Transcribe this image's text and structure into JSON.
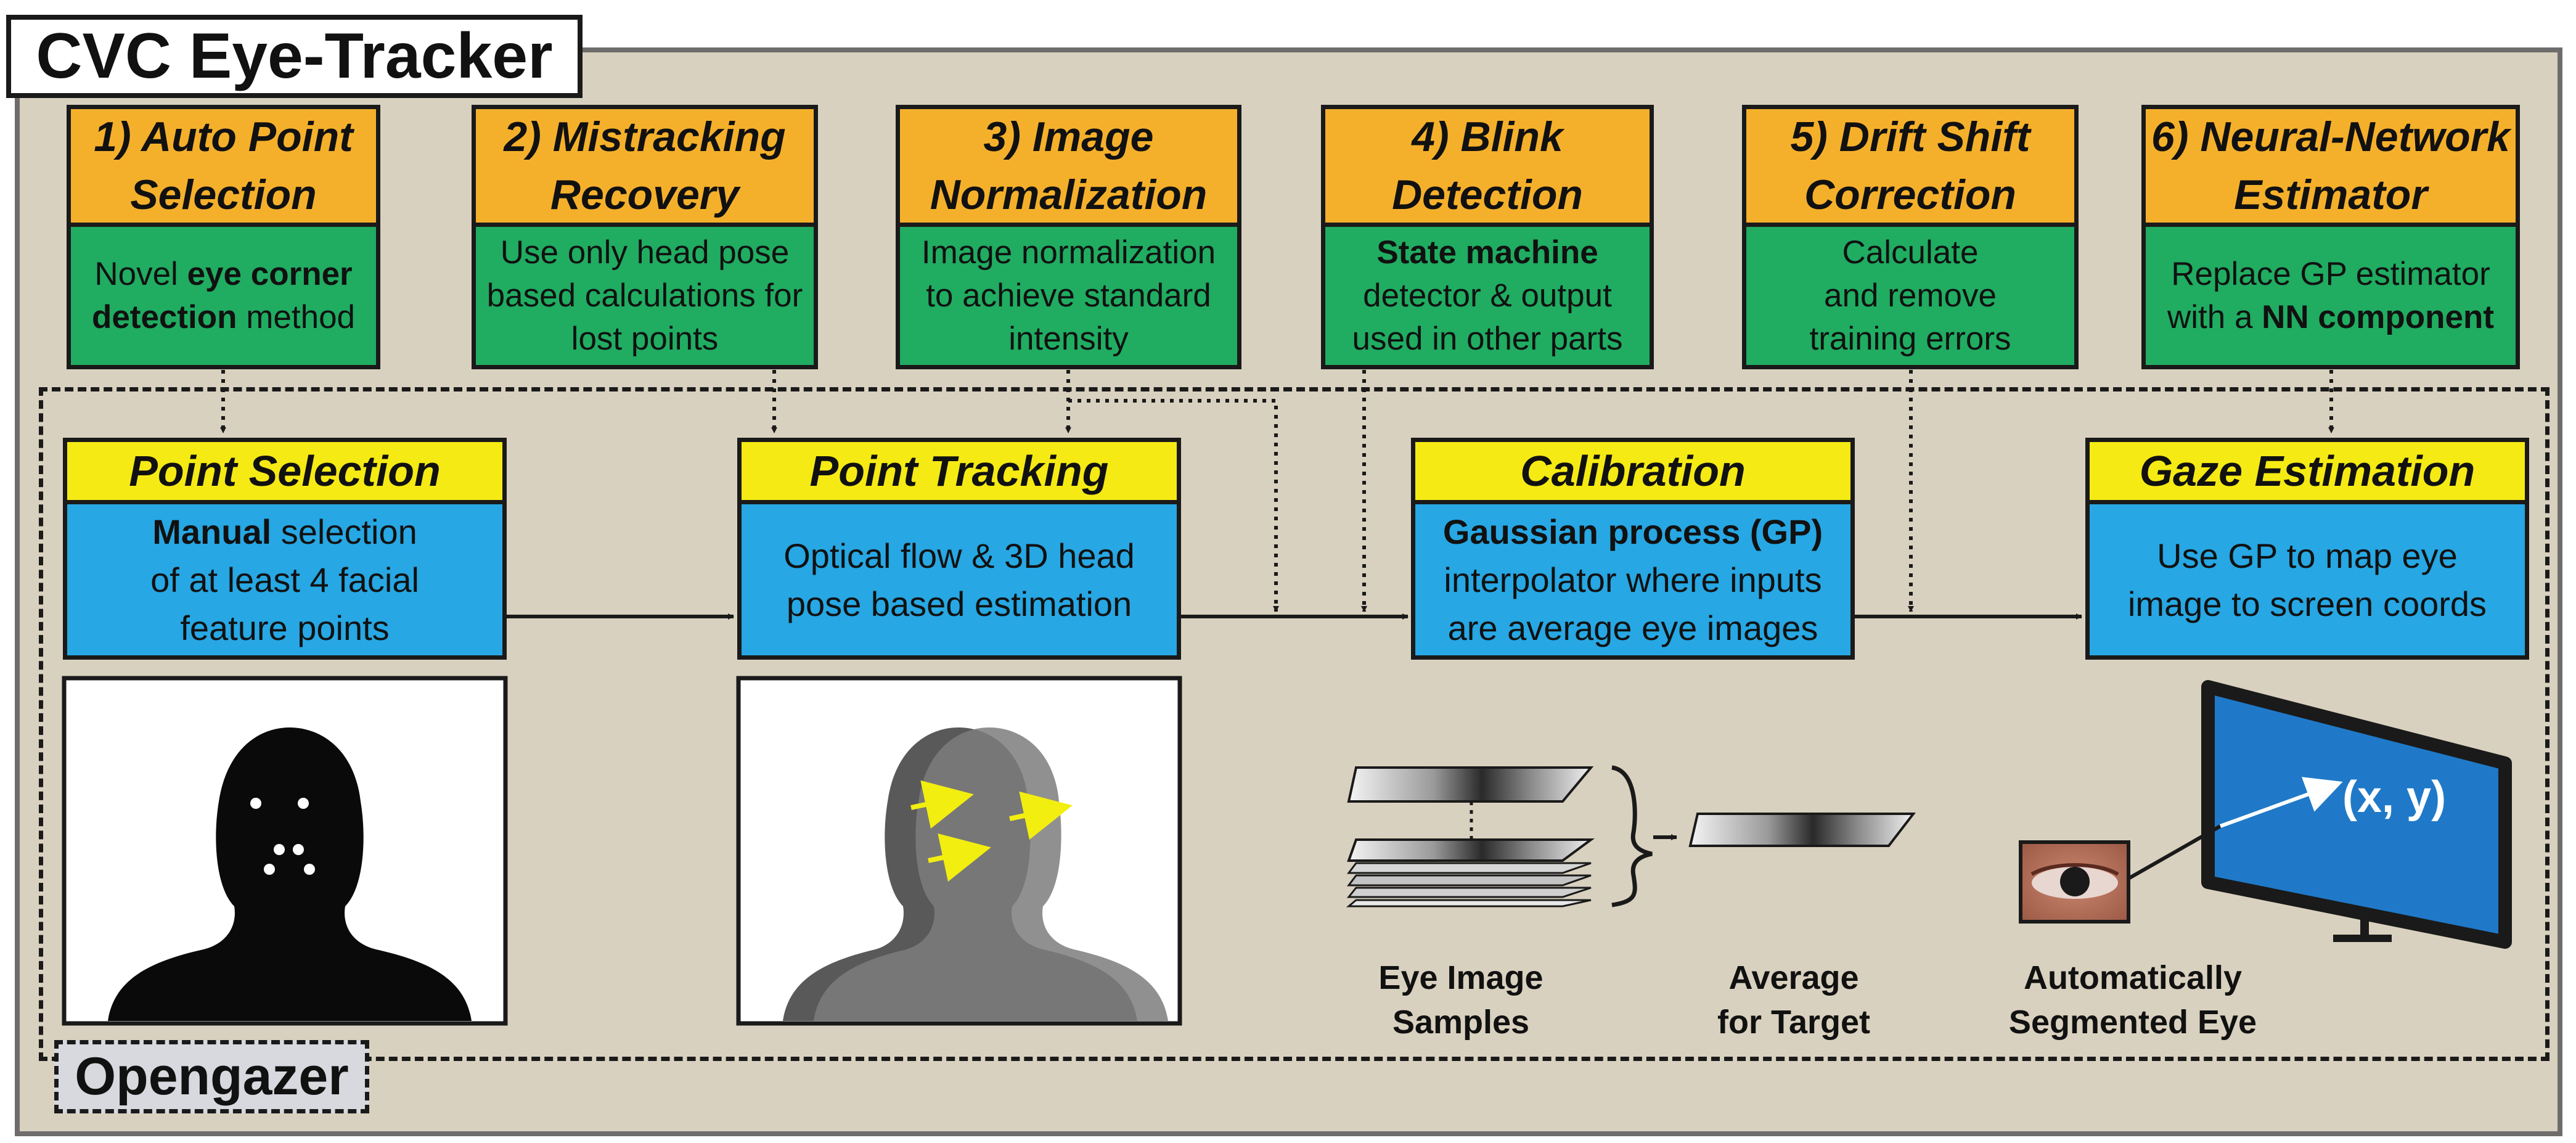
{
  "title": "CVC Eye-Tracker",
  "opengazer_label": "Opengazer",
  "colors": {
    "frame_bg": "#d9d1bf",
    "orange_box": "#f5b02b",
    "green_box": "#20ac61",
    "yellow_box": "#f5ea14",
    "blue_box": "#27a7e3",
    "arrow_yellow": "#f2ee10",
    "screen_blue": "#1f79c8"
  },
  "improvements": [
    {
      "title_line1": "1) Auto Point",
      "title_line2": "Selection",
      "desc": [
        {
          "t": "Novel ",
          "b": false
        },
        {
          "t": "eye corner",
          "b": true
        },
        {
          "br": true
        },
        {
          "t": "detection",
          "b": true
        },
        {
          "t": " method",
          "b": false
        }
      ]
    },
    {
      "title_line1": "2) Mistracking",
      "title_line2": "Recovery",
      "desc": [
        {
          "t": "Use only head pose",
          "b": false
        },
        {
          "br": true
        },
        {
          "t": "based calculations for",
          "b": false
        },
        {
          "br": true
        },
        {
          "t": "lost points",
          "b": false
        }
      ]
    },
    {
      "title_line1": "3) Image",
      "title_line2": "Normalization",
      "desc": [
        {
          "t": "Image normalization",
          "b": false
        },
        {
          "br": true
        },
        {
          "t": "to achieve standard",
          "b": false
        },
        {
          "br": true
        },
        {
          "t": "intensity",
          "b": false
        }
      ]
    },
    {
      "title_line1": "4) Blink",
      "title_line2": "Detection",
      "desc": [
        {
          "t": "State machine",
          "b": true
        },
        {
          "br": true
        },
        {
          "t": "detector & output",
          "b": false
        },
        {
          "br": true
        },
        {
          "t": "used in other parts",
          "b": false
        }
      ]
    },
    {
      "title_line1": "5) Drift Shift",
      "title_line2": "Correction",
      "desc": [
        {
          "t": "Calculate",
          "b": false
        },
        {
          "br": true
        },
        {
          "t": "and remove",
          "b": false
        },
        {
          "br": true
        },
        {
          "t": "training errors",
          "b": false
        }
      ]
    },
    {
      "title_line1": "6) Neural-Network",
      "title_line2": "Estimator",
      "desc": [
        {
          "t": "Replace GP estimator",
          "b": false
        },
        {
          "br": true
        },
        {
          "t": "with a ",
          "b": false
        },
        {
          "t": "NN component",
          "b": true
        }
      ]
    }
  ],
  "stages": [
    {
      "title": "Point Selection",
      "desc": [
        {
          "t": "Manual",
          "b": true
        },
        {
          "t": " selection",
          "b": false
        },
        {
          "br": true
        },
        {
          "t": "of at least 4 facial",
          "b": false
        },
        {
          "br": true
        },
        {
          "t": "feature points",
          "b": false
        }
      ]
    },
    {
      "title": "Point Tracking",
      "desc": [
        {
          "t": "Optical flow & 3D head",
          "b": false
        },
        {
          "br": true
        },
        {
          "t": "pose based estimation",
          "b": false
        }
      ]
    },
    {
      "title": "Calibration",
      "desc": [
        {
          "t": "Gaussian process (GP)",
          "b": true
        },
        {
          "br": true
        },
        {
          "t": "interpolator where inputs",
          "b": false
        },
        {
          "br": true
        },
        {
          "t": "are average eye images",
          "b": false
        }
      ]
    },
    {
      "title": "Gaze Estimation",
      "desc": [
        {
          "t": "Use GP to map eye",
          "b": false
        },
        {
          "br": true
        },
        {
          "t": "image to screen coords",
          "b": false
        }
      ]
    }
  ],
  "captions": {
    "eye_samples_l1": "Eye Image",
    "eye_samples_l2": "Samples",
    "average_l1": "Average",
    "average_l2": "for Target",
    "segmented_l1": "Automatically",
    "segmented_l2": "Segmented Eye",
    "screen_coords": "(x, y)"
  }
}
